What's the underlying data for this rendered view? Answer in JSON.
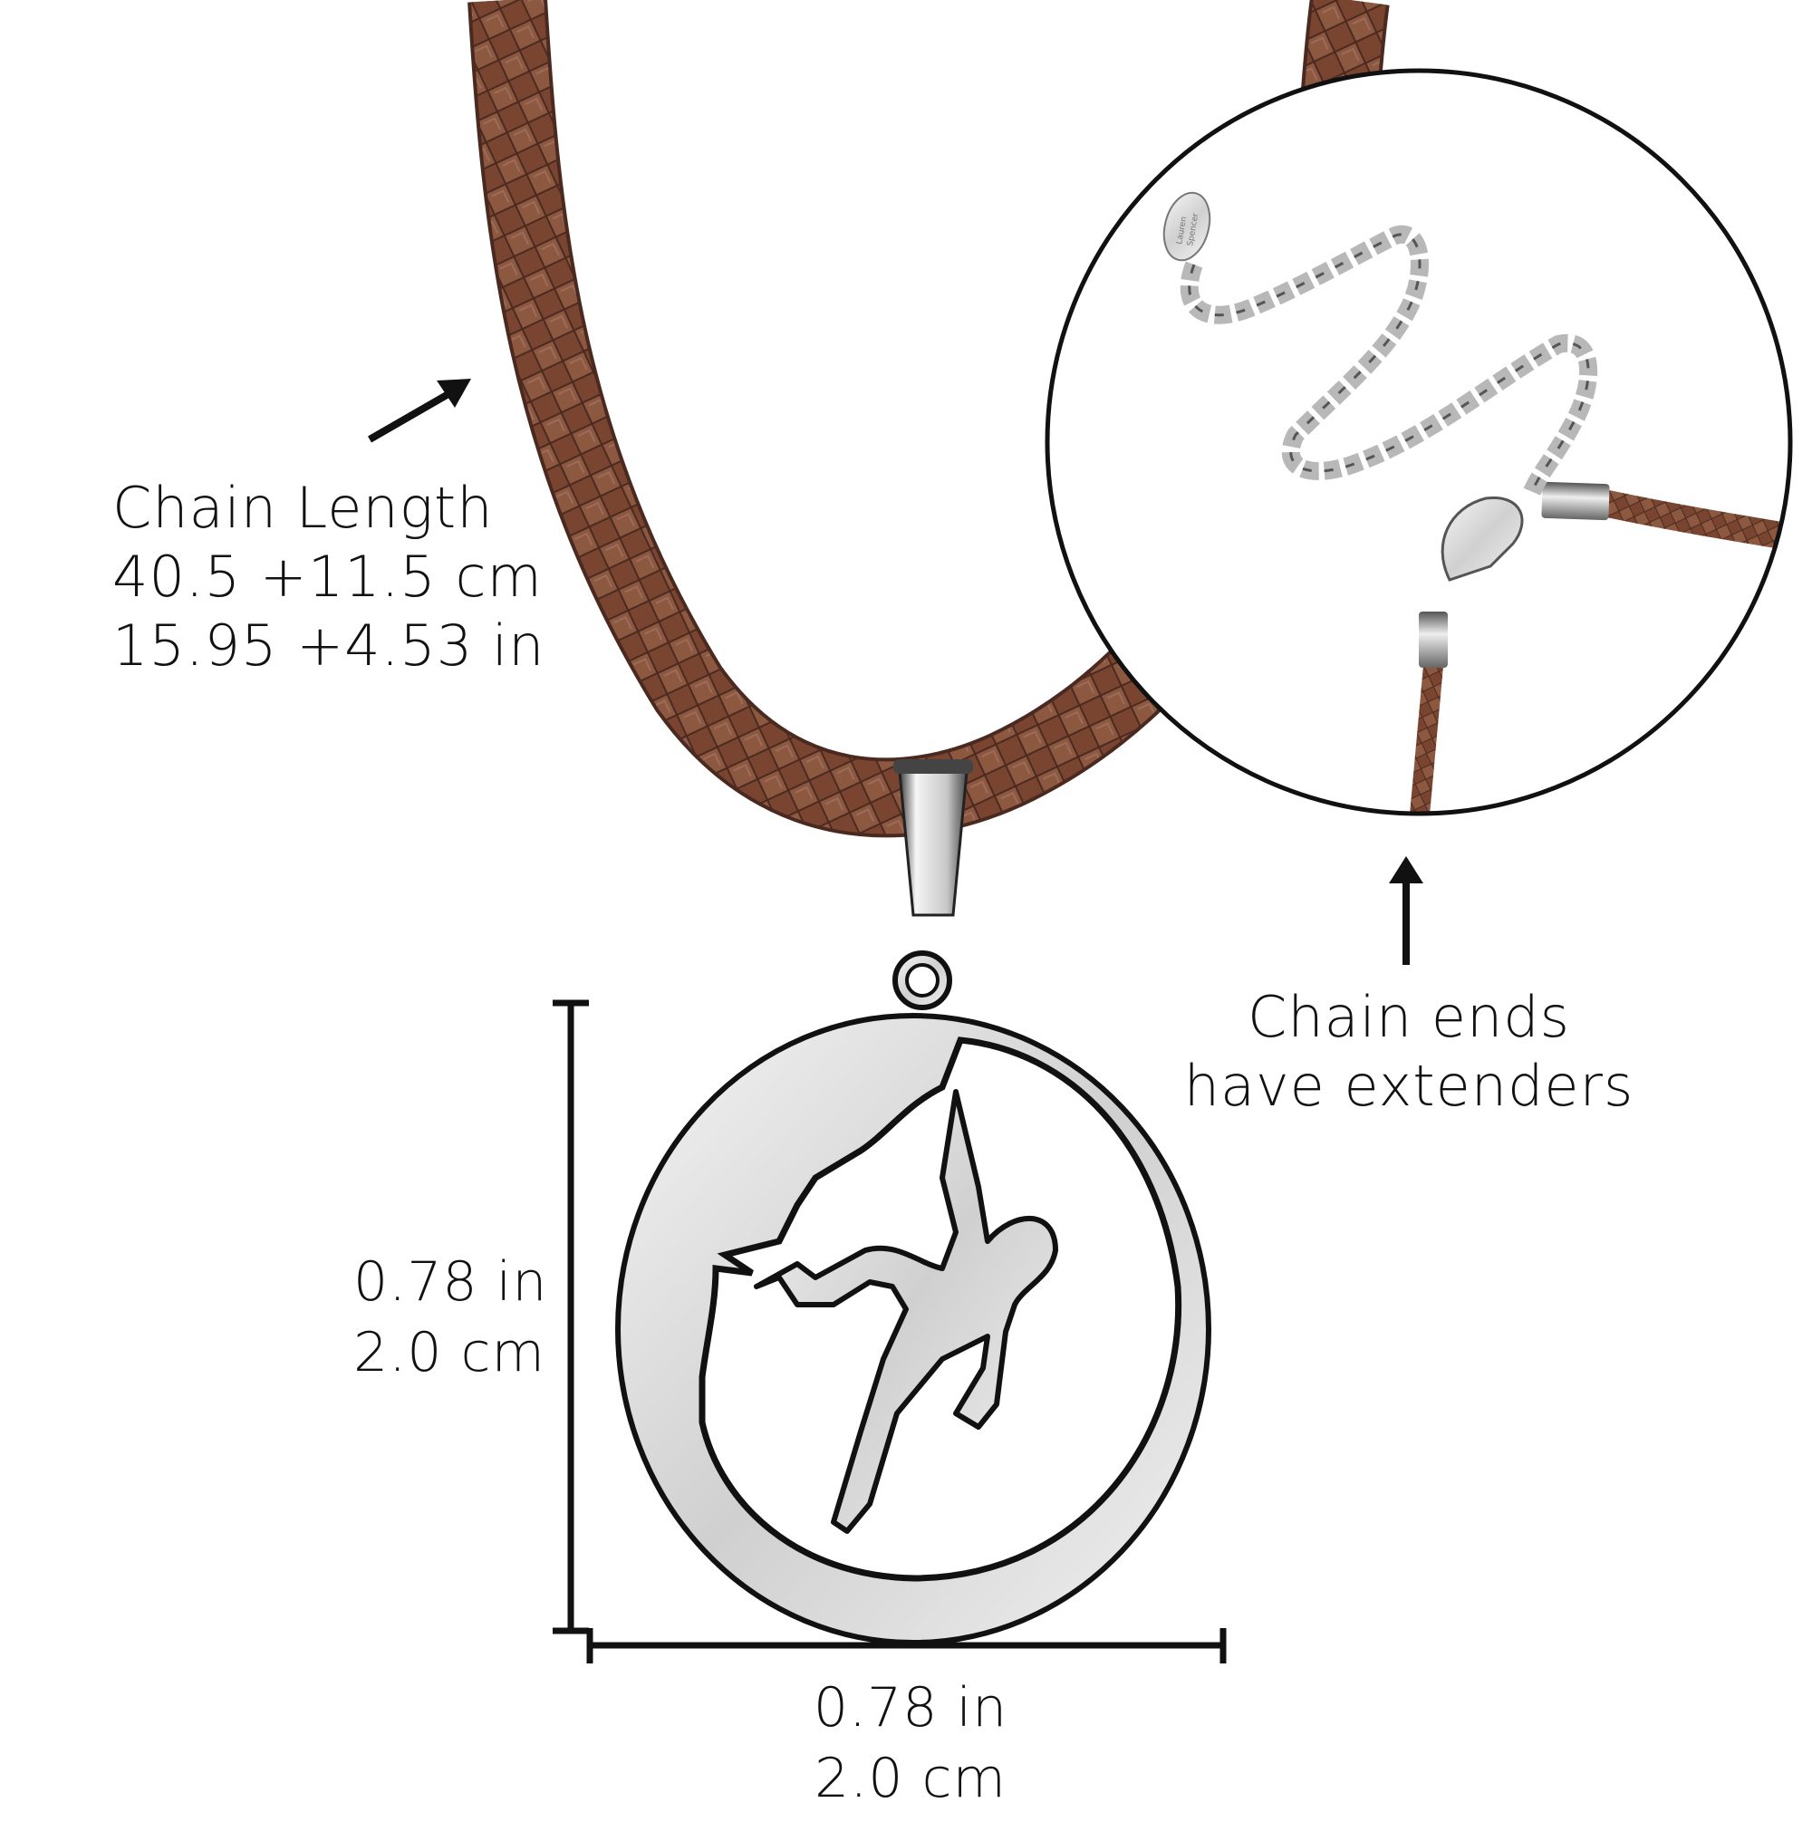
{
  "callouts": {
    "chain_length": {
      "title": "Chain Length",
      "metric": "40.5 +11.5 cm",
      "imperial": "15.95 +4.53 in"
    },
    "extenders": {
      "line1": "Chain ends",
      "line2": "have extenders"
    }
  },
  "dimensions": {
    "height": {
      "inches": "0.78 in",
      "cm": "2.0 cm"
    },
    "width": {
      "inches": "0.78 in",
      "cm": "2.0 cm"
    }
  },
  "inset": {
    "tag_text": [
      "Lauren",
      "Spencer"
    ]
  },
  "colors": {
    "cord": "#7a4530",
    "cord_dark": "#4a2a20",
    "cord_light": "#a0705a",
    "steel": "#d8d8d8",
    "outline": "#111111"
  },
  "icons": [
    "arrow-up-right-icon",
    "arrow-up-icon",
    "dimension-bracket-vertical-icon",
    "dimension-bracket-horizontal-icon"
  ]
}
